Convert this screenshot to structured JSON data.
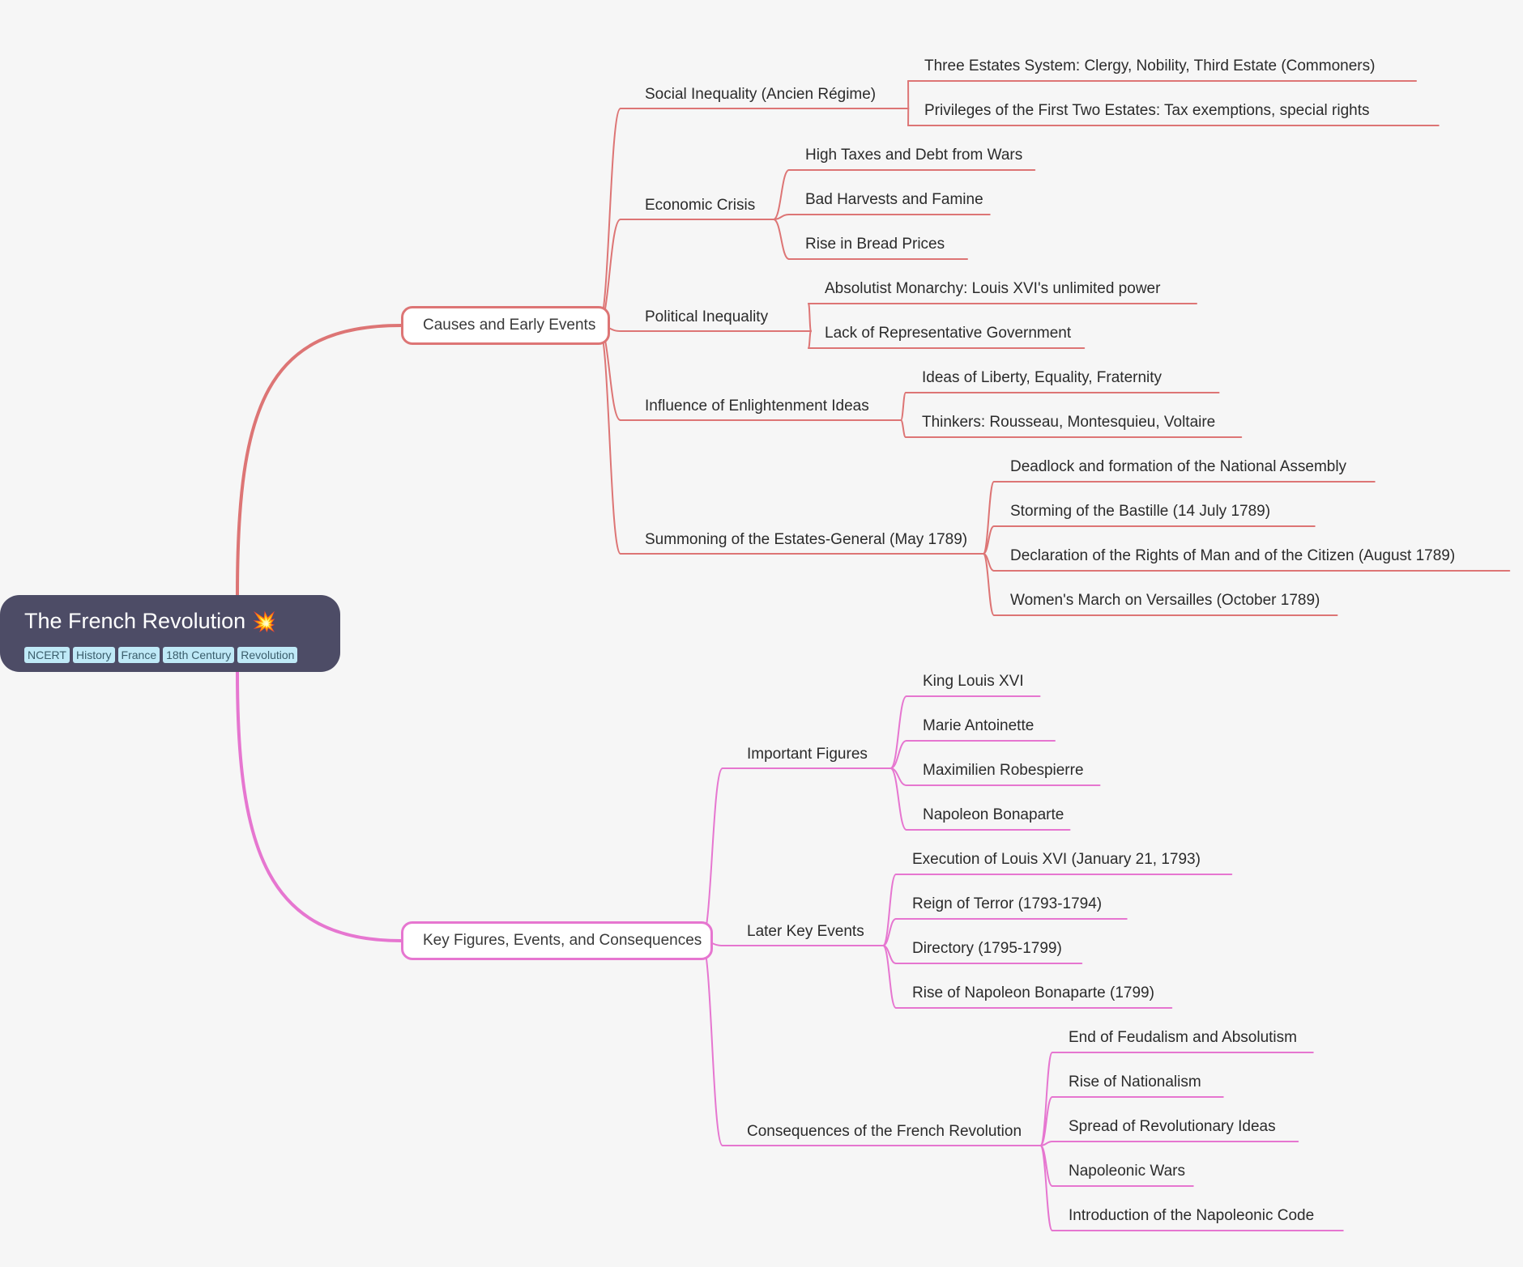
{
  "root": {
    "title": "The French Revolution",
    "emoji": "💥",
    "tags": [
      "NCERT",
      "History",
      "France",
      "18th Century",
      "Revolution"
    ]
  },
  "colors": {
    "branch1": "#dd7575",
    "branch2": "#e676d0",
    "root_bg": "#4d4c66",
    "tag_bg": "#bfe9f7"
  },
  "branches": [
    {
      "label": "Causes and Early Events",
      "color": "#dd7575",
      "children": [
        {
          "label": "Social Inequality (Ancien Régime)",
          "children": [
            "Three Estates System: Clergy, Nobility, Third Estate (Commoners)",
            "Privileges of the First Two Estates: Tax exemptions, special rights"
          ]
        },
        {
          "label": "Economic Crisis",
          "children": [
            "High Taxes and Debt from Wars",
            "Bad Harvests and Famine",
            "Rise in Bread Prices"
          ]
        },
        {
          "label": "Political Inequality",
          "children": [
            "Absolutist Monarchy: Louis XVI's unlimited power",
            "Lack of Representative Government"
          ]
        },
        {
          "label": "Influence of Enlightenment Ideas",
          "children": [
            "Ideas of Liberty, Equality, Fraternity",
            "Thinkers: Rousseau, Montesquieu, Voltaire"
          ]
        },
        {
          "label": "Summoning of the Estates-General (May 1789)",
          "children": [
            "Deadlock and formation of the National Assembly",
            "Storming of the Bastille (14 July 1789)",
            "Declaration of the Rights of Man and of the Citizen (August 1789)",
            "Women's March on Versailles (October 1789)"
          ]
        }
      ]
    },
    {
      "label": "Key Figures, Events, and Consequences",
      "color": "#e676d0",
      "children": [
        {
          "label": "Important Figures",
          "children": [
            "King Louis XVI",
            "Marie Antoinette",
            "Maximilien Robespierre",
            "Napoleon Bonaparte"
          ]
        },
        {
          "label": "Later Key Events",
          "children": [
            "Execution of Louis XVI (January 21, 1793)",
            "Reign of Terror (1793-1794)",
            "Directory (1795-1799)",
            "Rise of Napoleon Bonaparte (1799)"
          ]
        },
        {
          "label": "Consequences of the French Revolution",
          "children": [
            "End of Feudalism and Absolutism",
            "Rise of Nationalism",
            "Spread of Revolutionary Ideas",
            "Napoleonic Wars",
            "Introduction of the Napoleonic Code"
          ]
        }
      ]
    }
  ]
}
